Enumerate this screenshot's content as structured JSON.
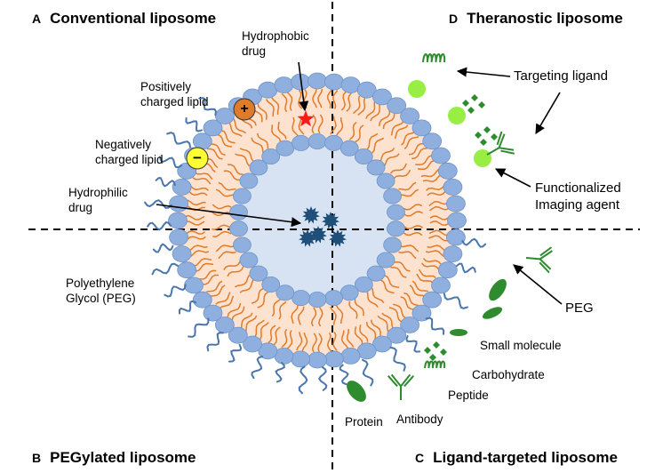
{
  "quadrants": {
    "a": {
      "letter": "A",
      "title": "Conventional liposome"
    },
    "b": {
      "letter": "B",
      "title": "PEGylated liposome"
    },
    "c": {
      "letter": "C",
      "title": "Ligand-targeted liposome"
    },
    "d": {
      "letter": "D",
      "title": "Theranostic liposome"
    }
  },
  "labels": {
    "hydrophobic_drug": "Hydrophobic\ndrug",
    "positively_charged_lipid": "Positively\ncharged lipid",
    "negatively_charged_lipid": "Negatively\ncharged lipid",
    "hydrophilic_drug": "Hydrophilic\ndrug",
    "peg_left": "Polyethylene\nGlycol (PEG)",
    "targeting_ligand": "Targeting ligand",
    "functionalized_imaging_agent": "Functionalized\nImaging agent",
    "peg_right": "PEG",
    "small_molecule": "Small molecule",
    "carbohydrate": "Carbohydrate",
    "peptide": "Peptide",
    "protein": "Protein",
    "antibody": "Antibody",
    "plus_sign": "+",
    "minus_sign": "−"
  },
  "colors": {
    "lipid_head": "#8fb0de",
    "lipid_head_stroke": "#6f93c8",
    "lipid_tail": "#e07b2a",
    "bilayer_fill": "#fde3cf",
    "core_fill": "#d7e3f3",
    "drug_hydrophilic": "#1f4e79",
    "drug_hydrophobic": "#ff1a1a",
    "positive_lipid": "#e07b2a",
    "negative_lipid": "#ffff33",
    "ligand": "#2e8b2e",
    "imaging_agent": "#99ee44",
    "peg": "#4a76ad",
    "divider": "#000000"
  }
}
